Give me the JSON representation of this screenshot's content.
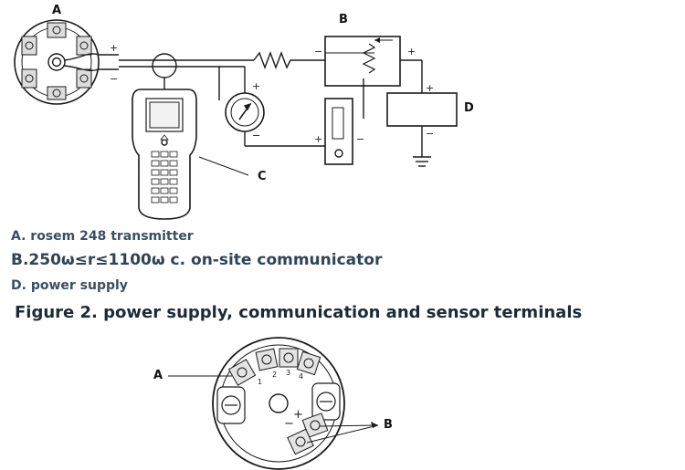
{
  "diagram": {
    "labels": {
      "transmitter": "A",
      "resistor_box": "B",
      "communicator": "C",
      "power_supply": "D"
    },
    "signs": {
      "plus": "+",
      "minus": "−"
    }
  },
  "legend": {
    "line_a": "A. rosem 248 transmitter",
    "line_b": "B.250ω≤r≤1100ω c. on-site communicator",
    "line_d": "D. power supply"
  },
  "figure_caption": "Figure 2. power supply, communication and sensor terminals",
  "terminal_view": {
    "label_a": "A",
    "label_b": "B",
    "terminal_numbers": [
      "1",
      "2",
      "3",
      "4"
    ],
    "plus": "+",
    "minus": "−"
  },
  "colors": {
    "line": "#1a1a1a",
    "caption_light": "#3a4f60",
    "caption_dark": "#1c2a36",
    "fill": "#ffffff",
    "screw": "#888888"
  }
}
